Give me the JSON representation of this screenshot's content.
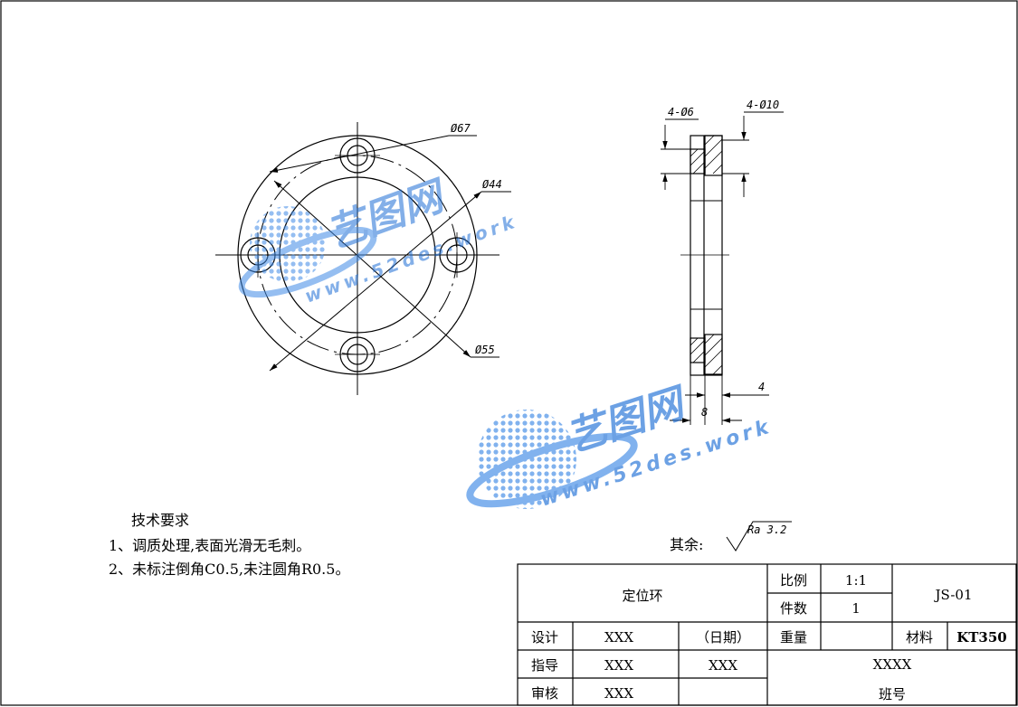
{
  "drawing": {
    "dimensions": {
      "holes_small": "4-Ø6",
      "holes_large": "4-Ø10",
      "outer_diameter": "Ø67",
      "inner_diameter": "Ø44",
      "bolt_circle": "Ø55",
      "counterbore_depth": "4",
      "thickness": "8"
    },
    "watermark": {
      "name": "艺图网",
      "url": "www.52des.work"
    },
    "tech_requirements": {
      "title": "技术要求",
      "items": [
        "1、调质处理,表面光滑无毛刺。",
        "2、未标注倒角C0.5,未注圆角R0.5。"
      ]
    },
    "surface_finish": {
      "label": "其余:",
      "value": "Ra 3.2"
    }
  },
  "title_block": {
    "part_name": "定位环",
    "scale_label": "比例",
    "scale_value": "1:1",
    "quantity_label": "件数",
    "quantity_value": "1",
    "drawing_no": "JS-01",
    "weight_label": "重量",
    "weight_value": "",
    "material_label": "材料",
    "material_value": "KT350",
    "design_label": "设计",
    "design_value": "XXX",
    "date_label": "（日期）",
    "guide_label": "指导",
    "guide_value": "XXX",
    "guide_date": "XXX",
    "review_label": "审核",
    "review_value": "XXX",
    "school": "XXXX",
    "class_label": "班号"
  }
}
